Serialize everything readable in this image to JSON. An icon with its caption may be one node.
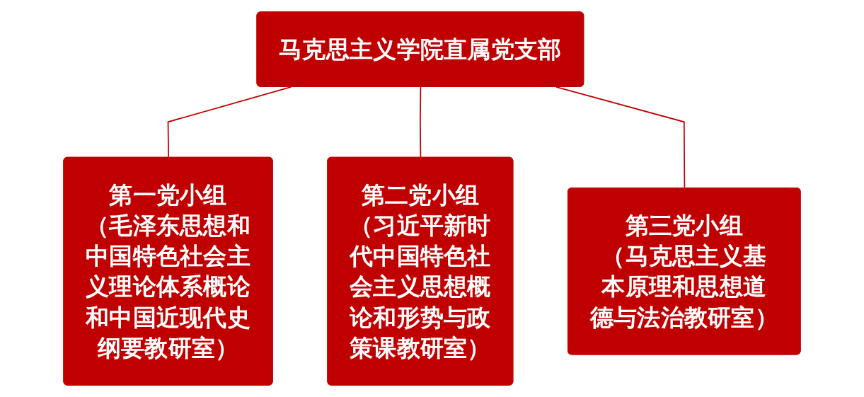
{
  "diagram": {
    "nodes": [
      {
        "text": [
          "马克思主义学院直属党支部"
        ]
      },
      {
        "text": [
          "第一党小组",
          "（毛泽东思想和中国特色社会主义理论体系概论和中国近现代史纲要教研室）"
        ]
      },
      {
        "text": [
          "第二党小组",
          "（习近平新时代中国特色社会主义思想概论和形势与政策课教研室）"
        ]
      },
      {
        "text": [
          "第三党小组",
          "（马克思主义基本原理和思想道德与法治教研室）"
        ]
      }
    ],
    "edges": [
      {
        "from": 0,
        "to": 1,
        "arrow": "none"
      },
      {
        "from": 0,
        "to": 2,
        "arrow": "none"
      },
      {
        "from": 0,
        "to": 3,
        "arrow": "none"
      }
    ]
  }
}
